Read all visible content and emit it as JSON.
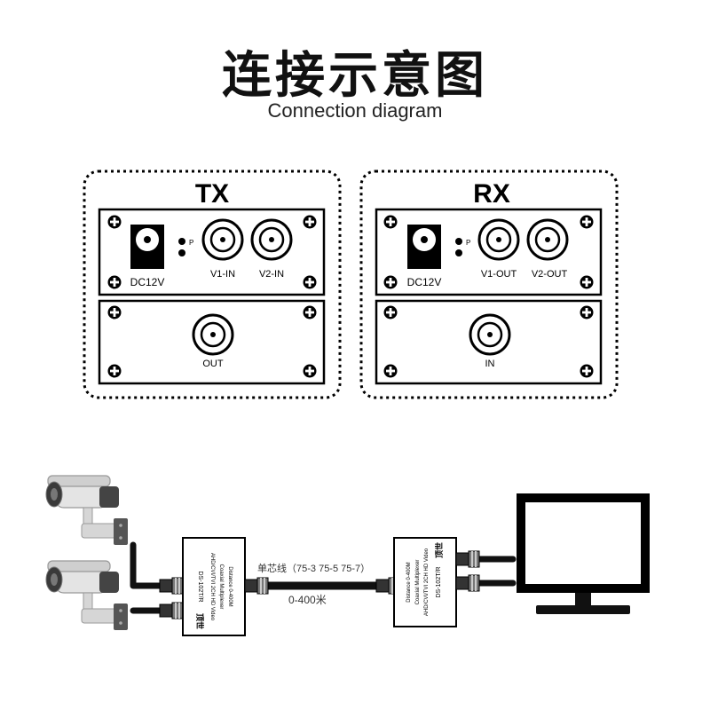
{
  "header": {
    "title": "连接示意图",
    "subtitle": "Connection diagram"
  },
  "tx": {
    "label": "TX",
    "power_label": "DC12V",
    "indicator_label": "P",
    "port1_label": "V1-IN",
    "port2_label": "V2-IN",
    "output_label": "OUT"
  },
  "rx": {
    "label": "RX",
    "power_label": "DC12V",
    "indicator_label": "P",
    "port1_label": "V1-OUT",
    "port2_label": "V2-OUT",
    "input_label": "IN"
  },
  "cable": {
    "type_label": "单芯线（75-3 75-5 75-7）",
    "distance_label": "0-400米"
  },
  "device": {
    "brand": "顶世",
    "model": "DS-102T/R",
    "line1": "AHD/CVI/TVI 2CH HD Video",
    "line2": "Coaxial Multiplexer",
    "line3": "Distance 0-400M"
  },
  "icons": [
    "camera-icon",
    "monitor-icon",
    "screw-icon",
    "bnc-connector-icon",
    "dc-jack-icon"
  ]
}
